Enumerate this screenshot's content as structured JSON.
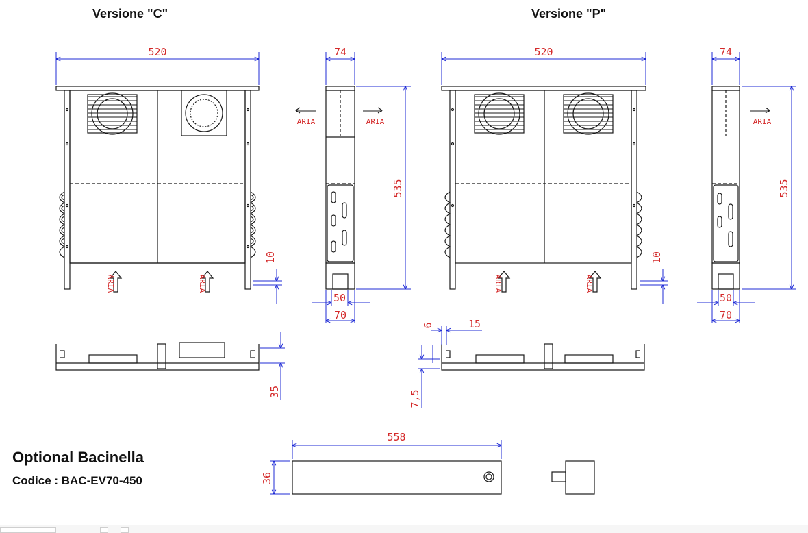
{
  "titles": {
    "version_c": "Versione \"C\"",
    "version_p": "Versione \"P\""
  },
  "optional": {
    "title": "Optional Bacinella",
    "code": "Codice : BAC-EV70-450"
  },
  "dimensions": {
    "width_c": "520",
    "width_p": "520",
    "depth_c": "74",
    "depth_p": "74",
    "height_c": "535",
    "height_p": "535",
    "offset_c": "10",
    "offset_p": "10",
    "foot_inner_c": "50",
    "foot_outer_c": "70",
    "foot_inner_p": "50",
    "foot_outer_p": "70",
    "tray_height_c": "35",
    "tray_gap_p": "6",
    "tray_slot_p": "15",
    "tray_step_p": "7,5",
    "pan_length": "558",
    "pan_height": "36"
  },
  "labels": {
    "air": "ARIA"
  },
  "colors": {
    "drawing": "#1a1a1a",
    "dimension": "#1f2bd6",
    "dimension_text": "#d42a2a",
    "air_text": "#d42a2a"
  }
}
